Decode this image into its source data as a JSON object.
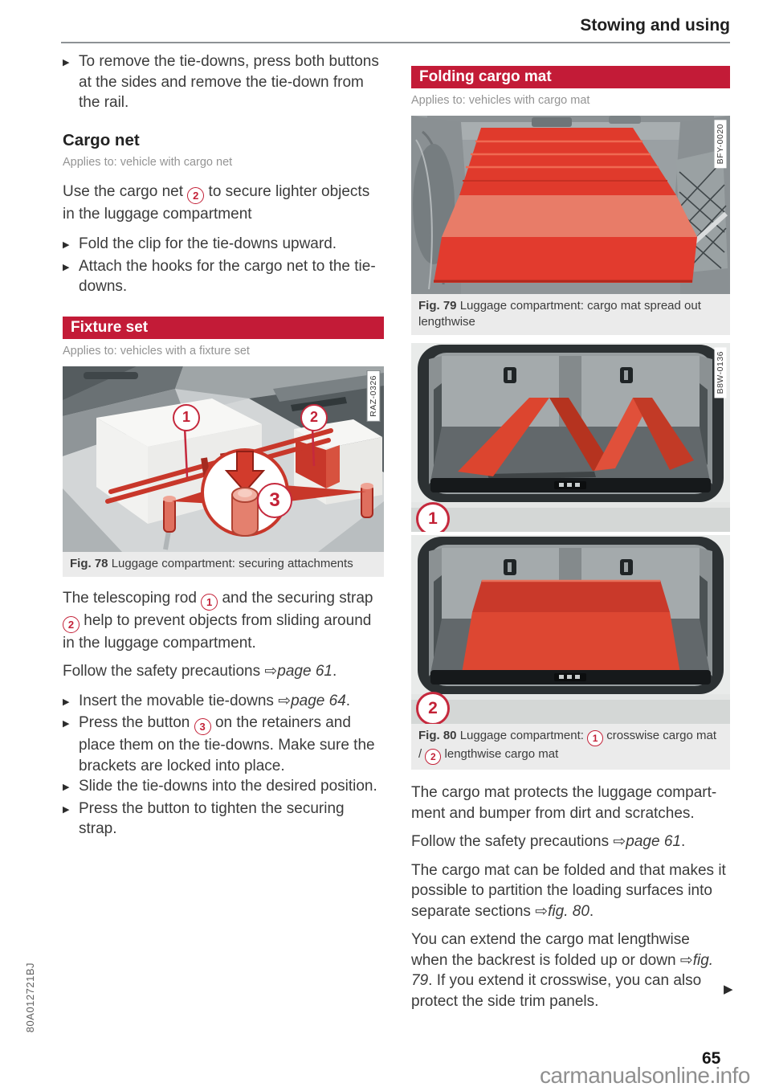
{
  "page": {
    "header_title": "Stowing and using",
    "page_number": "65",
    "watermark": "carmanualsonline.info",
    "spine_code": "80A012721BJ",
    "continuation_marker": "▶"
  },
  "symbols": {
    "bullet": "▶",
    "ref_arrow": "⇨"
  },
  "colors": {
    "accent_red": "#c31b37",
    "mat_red": "#dc452f",
    "callout_red": "#c5293d"
  },
  "left_column": {
    "intro_bullet": "To remove the tie-downs, press both buttons at the sides and remove the tie-down from the rail.",
    "cargo_net": {
      "heading": "Cargo net",
      "applies_to": "Applies to: vehicle with cargo net",
      "para": {
        "pre": "Use the cargo net",
        "badge": "2",
        "post": "to secure lighter objects in the luggage compartment"
      },
      "bullets": [
        "Fold the clip for the tie-downs upward.",
        "Attach the hooks for the cargo net to the tie-downs."
      ]
    },
    "fixture_set": {
      "banner": "Fixture set",
      "applies_to": "Applies to: vehicles with a fixture set",
      "fig78": {
        "label": "Fig. 78",
        "caption": "Luggage compartment: securing attachments",
        "image_code": "RAZ-0326",
        "callout_1": "1",
        "callout_2": "2",
        "callout_3": "3"
      },
      "para": {
        "s1": "The telescoping rod",
        "n1": "1",
        "s2": "and the securing strap",
        "n2": "2",
        "s3": "help to prevent objects from sliding around in the luggage compartment."
      },
      "follow": {
        "pre": "Follow the safety precautions",
        "arrow": "⇨",
        "ref": "page 61",
        "post": "."
      },
      "bullets": {
        "b1": {
          "pre": "Insert the movable tie-downs",
          "arrow": "⇨",
          "ref": "page 64",
          "post": "."
        },
        "b2": {
          "pre": "Press the button",
          "n": "3",
          "post": "on the retainers and place them on the tie-downs. Make sure the brackets are locked into place."
        },
        "b3": "Slide the tie-downs into the desired position.",
        "b4": "Press the button to tighten the securing strap."
      }
    }
  },
  "right_column": {
    "folding_cargo_mat": {
      "banner": "Folding cargo mat",
      "applies_to": "Applies to: vehicles with cargo mat",
      "fig79": {
        "label": "Fig. 79",
        "caption": "Luggage compartment: cargo mat spread out lengthwise",
        "image_code": "BFY-0020"
      },
      "fig80": {
        "label": "Fig. 80",
        "caption_pre": "Luggage compartment:",
        "n1": "1",
        "caption_mid": "crosswise cargo mat /",
        "n2": "2",
        "caption_post": "lengthwise cargo mat",
        "image_code": "B8W-0136",
        "marker_1": "1",
        "marker_2": "2"
      },
      "para_1": "The cargo mat protects the luggage compart­ment and bumper from dirt and scratches.",
      "follow": {
        "pre": "Follow the safety precautions",
        "arrow": "⇨",
        "ref": "page 61",
        "post": "."
      },
      "para_2": {
        "pre": "The cargo mat can be folded and that makes it possible to partition the loading surfaces into separate sections",
        "arrow": "⇨",
        "ref": "fig. 80",
        "post": "."
      },
      "para_3": {
        "pre": "You can extend the cargo mat lengthwise when the backrest is folded up or down",
        "arrow": "⇨",
        "ref": "fig. 79",
        "post": ". If you extend it crosswise, you can also protect the side trim panels."
      }
    }
  }
}
